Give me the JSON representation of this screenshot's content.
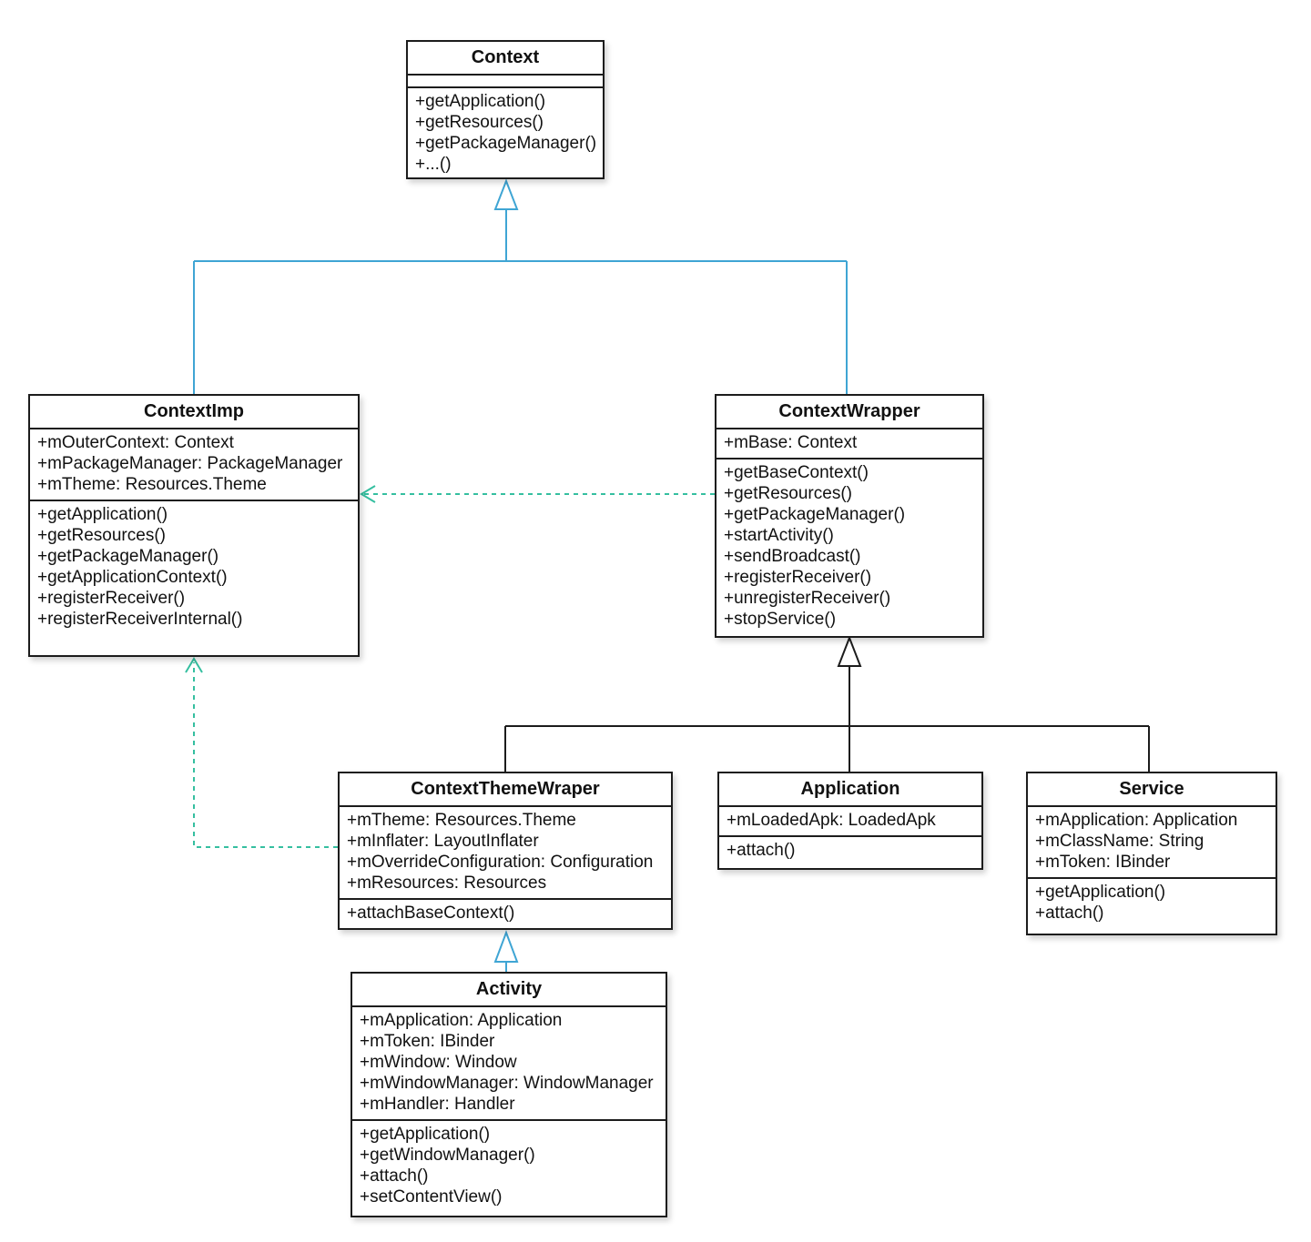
{
  "diagram": {
    "colors": {
      "inheritance_blue": "#3fa5d4",
      "dependency_teal": "#35bfa0",
      "line_black": "#1c1c1c"
    },
    "relationships": [
      {
        "type": "generalization",
        "from": "ContextImp",
        "to": "Context",
        "style": "solid-blue-hollow-triangle"
      },
      {
        "type": "generalization",
        "from": "ContextWrapper",
        "to": "Context",
        "style": "solid-blue-hollow-triangle"
      },
      {
        "type": "generalization",
        "from": "ContextThemeWraper",
        "to": "ContextWrapper",
        "style": "solid-black-hollow-triangle"
      },
      {
        "type": "generalization",
        "from": "Application",
        "to": "ContextWrapper",
        "style": "solid-black-hollow-triangle"
      },
      {
        "type": "generalization",
        "from": "Service",
        "to": "ContextWrapper",
        "style": "solid-black-hollow-triangle"
      },
      {
        "type": "generalization",
        "from": "Activity",
        "to": "ContextThemeWraper",
        "style": "solid-blue-hollow-triangle"
      },
      {
        "type": "dependency",
        "from": "ContextWrapper",
        "to": "ContextImp",
        "style": "dashed-teal-open-arrow"
      },
      {
        "type": "dependency",
        "from": "ContextThemeWraper",
        "to": "ContextImp",
        "style": "dashed-teal-open-arrow"
      }
    ]
  },
  "classes": {
    "context": {
      "name": "Context",
      "attributes": [],
      "methods": [
        "+getApplication()",
        "+getResources()",
        "+getPackageManager()",
        "+...()"
      ]
    },
    "contextimp": {
      "name": "ContextImp",
      "attributes": [
        "+mOuterContext: Context",
        "+mPackageManager: PackageManager",
        "+mTheme: Resources.Theme"
      ],
      "methods": [
        "+getApplication()",
        "+getResources()",
        "+getPackageManager()",
        "+getApplicationContext()",
        "+registerReceiver()",
        "+registerReceiverInternal()"
      ]
    },
    "contextwrapper": {
      "name": "ContextWrapper",
      "attributes": [
        "+mBase: Context"
      ],
      "methods": [
        "+getBaseContext()",
        "+getResources()",
        "+getPackageManager()",
        "+startActivity()",
        "+sendBroadcast()",
        "+registerReceiver()",
        "+unregisterReceiver()",
        "+stopService()"
      ]
    },
    "contextthemewraper": {
      "name": "ContextThemeWraper",
      "attributes": [
        "+mTheme: Resources.Theme",
        "+mInflater: LayoutInflater",
        "+mOverrideConfiguration: Configuration",
        "+mResources: Resources"
      ],
      "methods": [
        "+attachBaseContext()"
      ]
    },
    "application": {
      "name": "Application",
      "attributes": [
        "+mLoadedApk: LoadedApk"
      ],
      "methods": [
        "+attach()"
      ]
    },
    "service": {
      "name": "Service",
      "attributes": [
        "+mApplication: Application",
        "+mClassName: String",
        "+mToken: IBinder"
      ],
      "methods": [
        "+getApplication()",
        "+attach()"
      ]
    },
    "activity": {
      "name": "Activity",
      "attributes": [
        "+mApplication: Application",
        "+mToken: IBinder",
        "+mWindow: Window",
        "+mWindowManager: WindowManager",
        "+mHandler: Handler"
      ],
      "methods": [
        "+getApplication()",
        "+getWindowManager()",
        "+attach()",
        "+setContentView()"
      ]
    }
  }
}
